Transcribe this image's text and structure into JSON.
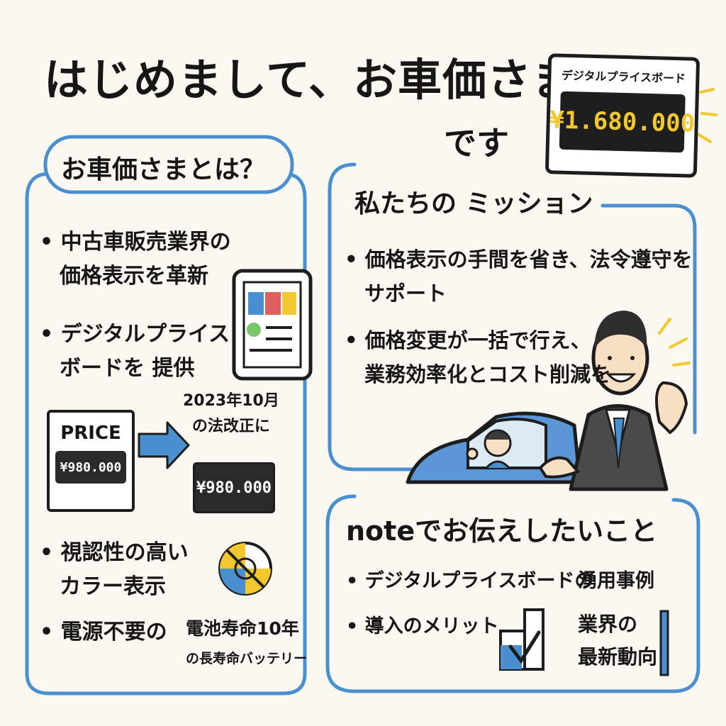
{
  "title": {
    "line1": "はじめまして、お車価さま",
    "line2": "です"
  },
  "price_board": {
    "label": "デジタルプライスボード",
    "price": "¥1.680.000"
  },
  "about": {
    "heading": "お車価さまとは？",
    "bullets": [
      {
        "line1": "中古車販売業界の",
        "line2": "価格表示を革新"
      },
      {
        "line1": "デジタルプライス",
        "line2": "ボードを 提供"
      }
    ],
    "law": {
      "line1": "2023年10月",
      "line2": "の法改正に"
    },
    "old_sign": {
      "label": "PRICE",
      "price": "¥980.000"
    },
    "new_sign": {
      "price": "¥980.000"
    },
    "bullets2": [
      {
        "line1": "視認性の高い",
        "line2": "カラー表示"
      },
      {
        "line1": "電源不要の",
        "line2": ""
      }
    ],
    "battery": {
      "line1": "電池寿命10年",
      "line2": "の長寿命バッテリー"
    }
  },
  "mission": {
    "heading": "私たちの ミッション",
    "bullets": [
      {
        "line1": "価格表示の手間を省き、法令遵守を",
        "line2": "サポート"
      },
      {
        "line1": "価格変更が一括で行え、",
        "line2": "業務効率化とコスト削減を"
      }
    ]
  },
  "note": {
    "heading": "noteでお伝えしたいこと",
    "items": [
      "デジタルプライスボードの",
      "導入のメリット"
    ],
    "right1": "湧用事例",
    "right2": {
      "line1": "業界の",
      "line2": "最新動向"
    }
  },
  "colors": {
    "frame": "#4a8fd0",
    "accent_blue": "#4a8fd0",
    "yellow": "#f2c82e",
    "dark": "#1d1d1d"
  }
}
